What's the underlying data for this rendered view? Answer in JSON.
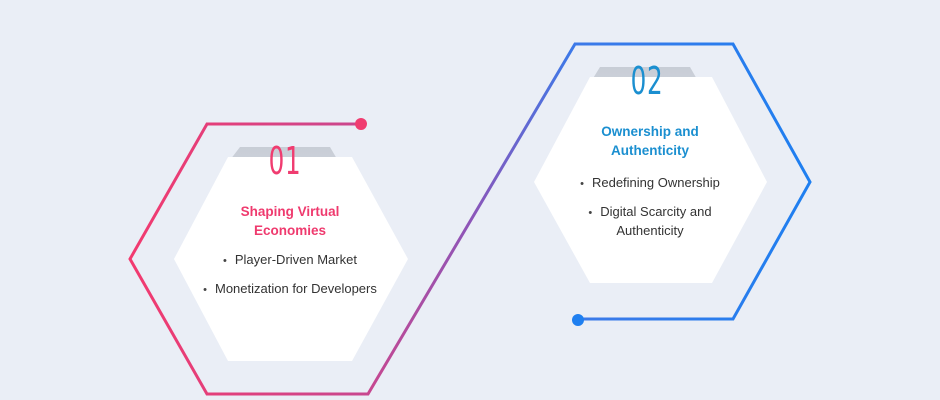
{
  "cards": [
    {
      "number": "01",
      "title": "Shaping Virtual Economies",
      "bullets": [
        "Player-Driven Market",
        "Monetization for Developers"
      ],
      "accent": "#f03c70"
    },
    {
      "number": "02",
      "title": "Ownership and Authenticity",
      "bullets": [
        "Redefining Ownership",
        "Digital Scarcity and Authenticity"
      ],
      "accent": "#1b8fd0"
    }
  ],
  "colors": {
    "background": "#eaeef6",
    "gradient_start": "#f23a6f",
    "gradient_mid": "#8d55b8",
    "gradient_end": "#1f7ff0",
    "card_fill": "#ffffff"
  }
}
